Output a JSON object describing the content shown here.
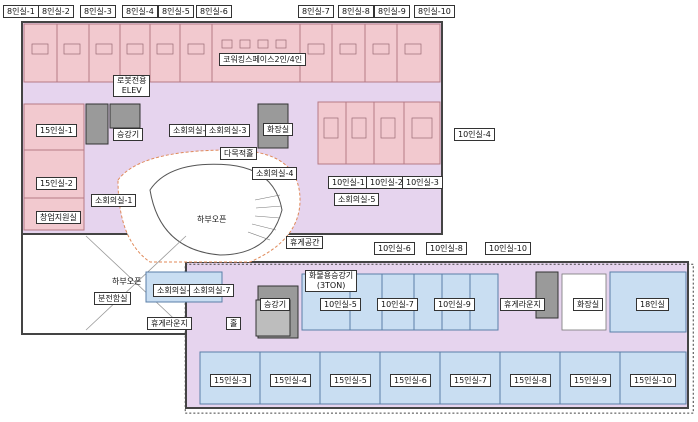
{
  "colors": {
    "pink_room": "#f2c9cf",
    "purple_corridor": "#e6d4ee",
    "blue_room": "#c9def2",
    "core_gray": "#8c8c8c",
    "wall": "#555555",
    "accent_orange": "#e08a5a"
  },
  "top_labels": [
    "8인실-1",
    "8인실-2",
    "8인실-3",
    "8인실-4",
    "8인실-5",
    "8인실-6",
    "8인실-7",
    "8인실-8",
    "8인실-9",
    "8인실-10"
  ],
  "left_labels": {
    "robot_elev": "로봇전용\nELEV",
    "elevator_1": "승강기",
    "room15_1": "15인실-1",
    "room15_2": "15인실-2",
    "startup_office": "창업지원실",
    "small_meeting_1": "소회의실-1",
    "open_below_1": "하부오픈",
    "powder_room": "분전함실"
  },
  "center_labels": {
    "small_meeting_2": "소회의실-2",
    "small_meeting_3": "소회의실-3",
    "restroom_1": "화장실",
    "multipurpose": "다목적홀",
    "small_meeting_4": "소회의실-4",
    "small_meeting_5": "소회의실-5",
    "open_below_2": "하부오픈",
    "lounge_1": "휴게공간",
    "coworking": "코워킹스페이스2인/4인",
    "cargo_elev": "화물용승강기\n(3TON)",
    "small_meeting_6": "소회의실-6",
    "small_meeting_7": "소회의실-7",
    "lounge_2": "휴게라운지",
    "hall": "홀",
    "elevator_2": "승강기"
  },
  "room10_labels": {
    "r1": "10인실-1",
    "r2": "10인실-2",
    "r3": "10인실-3",
    "r4": "10인실-4",
    "r5": "10인실-5",
    "r6": "10인실-6",
    "r7": "10인실-7",
    "r8": "10인실-8",
    "r9": "10인실-9",
    "r10": "10인실-10"
  },
  "right_labels": {
    "lounge_3": "휴게라운지",
    "restroom_2": "화장실",
    "room18": "18인실"
  },
  "bottom_labels": [
    "15인실-3",
    "15인실-4",
    "15인실-5",
    "15인실-6",
    "15인실-7",
    "15인실-8",
    "15인실-9",
    "15인실-10"
  ]
}
